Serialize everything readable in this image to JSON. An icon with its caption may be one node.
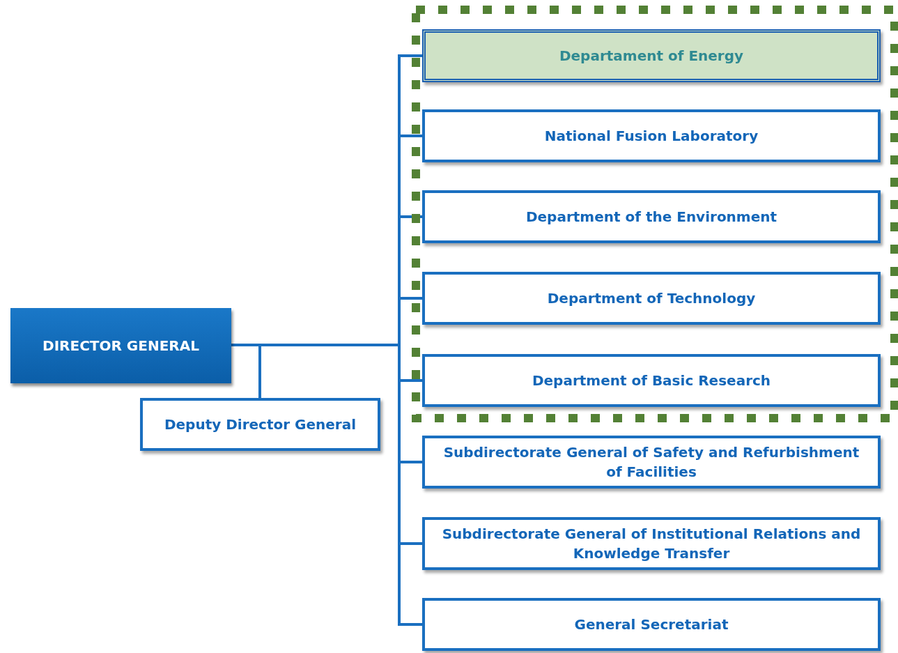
{
  "diagram": {
    "nodes": [
      {
        "text": [
          "DIRECTOR GENERAL"
        ]
      },
      {
        "text": [
          "Deputy Director General"
        ]
      },
      {
        "text": [],
        "shape": "box"
      },
      {
        "text": [
          "Departament of Energy"
        ],
        "in": 2
      },
      {
        "text": [
          "National Fusion Laboratory"
        ],
        "in": 2
      },
      {
        "text": [
          "Department of the Environment"
        ],
        "in": 2
      },
      {
        "text": [
          "Department of Technology"
        ],
        "in": 2
      },
      {
        "text": [
          "Department of Basic Research"
        ],
        "in": 2
      },
      {
        "text": [
          "Subdirectorate General of Safety and Refurbishment of Facilities"
        ]
      },
      {
        "text": [
          "Subdirectorate General of Institutional Relations and Knowledge Transfer"
        ]
      },
      {
        "text": [
          "General Secretariat"
        ]
      }
    ],
    "edges": [
      {
        "from": 0,
        "to": 1,
        "arrow": "none"
      },
      {
        "from": 0,
        "to": 3,
        "arrow": "none"
      },
      {
        "from": 0,
        "to": 4,
        "arrow": "none"
      },
      {
        "from": 0,
        "to": 5,
        "arrow": "none"
      },
      {
        "from": 0,
        "to": 6,
        "arrow": "none"
      },
      {
        "from": 0,
        "to": 7,
        "arrow": "none"
      },
      {
        "from": 0,
        "to": 8,
        "arrow": "none"
      },
      {
        "from": 0,
        "to": 9,
        "arrow": "none"
      },
      {
        "from": 0,
        "to": 10,
        "arrow": "none"
      }
    ]
  }
}
